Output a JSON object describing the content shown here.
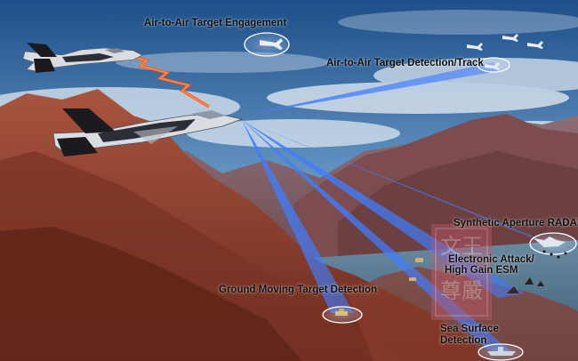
{
  "diagram": {
    "labels": {
      "air_to_air_engagement": "Air-to-Air Target Engagement",
      "air_to_air_detection": "Air-to-Air Target Detection/Track",
      "sar": "Synthetic Aperture RADAR",
      "electronic_attack_line1": "Electronic Attack/",
      "electronic_attack_line2": "High Gain ESM",
      "ground_moving_target": "Ground Moving Target Detection",
      "sea_surface_line1": "Sea Surface",
      "sea_surface_line2": "Detection"
    },
    "watermark": "文王尊嚴"
  },
  "colors": {
    "sky_top": "#1d4f8a",
    "sky_bottom": "#a9c3d8",
    "mountain_red": "#8a3a2c",
    "mountain_shadow": "#5a2418",
    "water": "#4d6f86",
    "radar_beam": "#3f7dff",
    "link_bolt": "#ff5a1a",
    "jet_body": "#d9dde2",
    "jet_dark": "#1a1a1f"
  }
}
